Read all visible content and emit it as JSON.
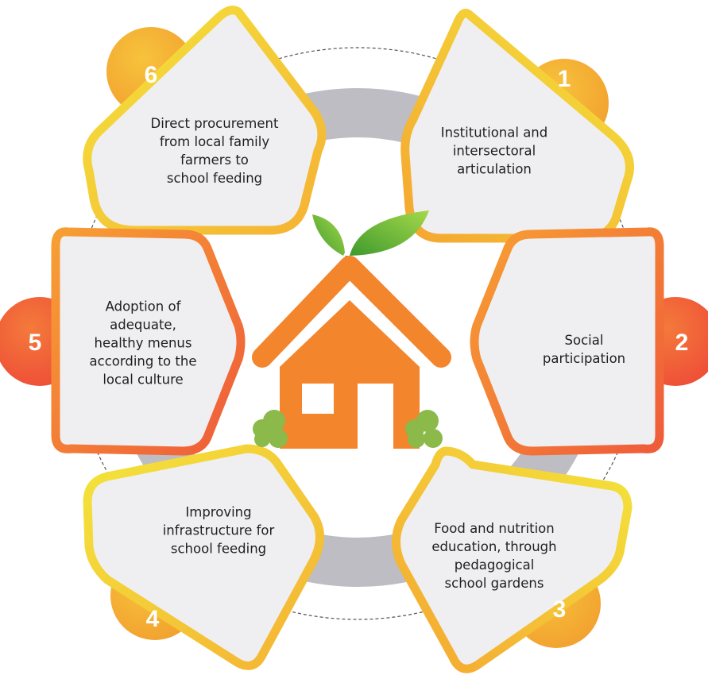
{
  "diagram": {
    "center_icon": "house-with-leaves-icon",
    "colors": {
      "ring": "#bdbdc3",
      "panel_fill": "#efeff2",
      "yellow": "#f2de3a",
      "orange": "#f5a631",
      "red_orange": "#f0603a",
      "house": "#f3852d",
      "leaf": "#7cc43a",
      "bush": "#8bb94a"
    },
    "steps": [
      {
        "number": "1",
        "label": "Institutional and\nintersectoral\narticulation"
      },
      {
        "number": "2",
        "label": "Social\nparticipation"
      },
      {
        "number": "3",
        "label": "Food and nutrition\neducation, through\npedagogical\nschool gardens"
      },
      {
        "number": "4",
        "label": "Improving\ninfrastructure for\nschool feeding"
      },
      {
        "number": "5",
        "label": "Adoption of\nadequate,\nhealthy menus\naccording to the\nlocal culture"
      },
      {
        "number": "6",
        "label": "Direct procurement\nfrom local family\nfarmers to\nschool feeding"
      }
    ]
  }
}
